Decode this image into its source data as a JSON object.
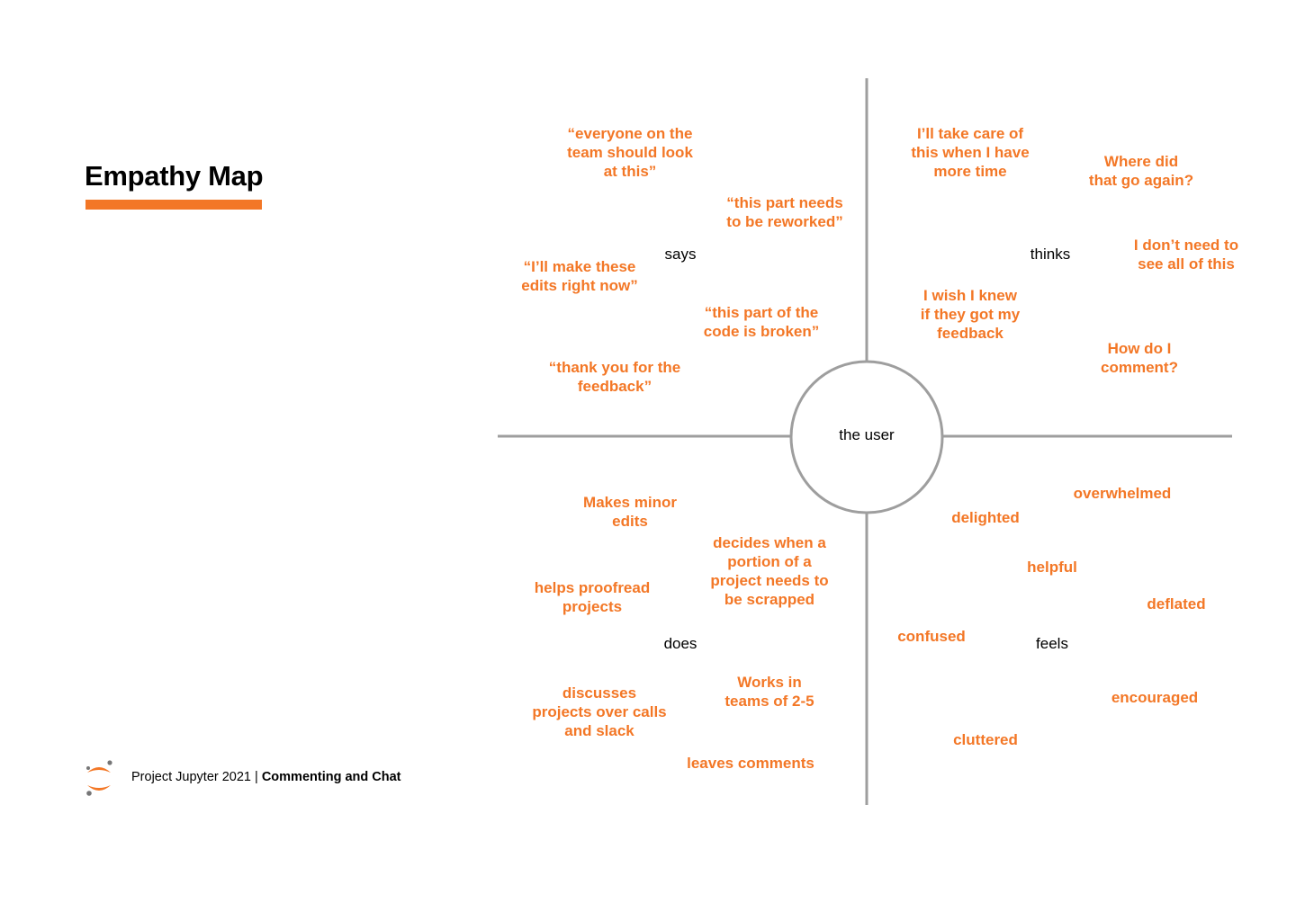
{
  "title": "Empathy Map",
  "center": "the user",
  "quadrants": {
    "says": "says",
    "thinks": "thinks",
    "does": "does",
    "feels": "feels"
  },
  "says_notes": [
    "“everyone on the\nteam should look\nat this”",
    "“this part needs\nto be reworked”",
    "“I’ll make these\nedits right now”",
    "“this part of the\ncode is broken”",
    "“thank you for the\nfeedback”"
  ],
  "thinks_notes": [
    "I’ll take care of\nthis when I have\nmore time",
    "Where did\nthat go again?",
    "I don’t need to\nsee all of this",
    "I wish I knew\nif they got my\nfeedback",
    "How do I\ncomment?"
  ],
  "does_notes": [
    "Makes minor\nedits",
    "decides when a\nportion of a\nproject needs to\nbe scrapped",
    "helps proofread\nprojects",
    "Works in\nteams of 2-5",
    "discusses\nprojects over calls\nand slack",
    "leaves comments"
  ],
  "feels_notes": [
    "overwhelmed",
    "delighted",
    "helpful",
    "deflated",
    "confused",
    "encouraged",
    "cluttered"
  ],
  "footer": {
    "prefix": "Project Jupyter 2021 | ",
    "bold": "Commenting and Chat"
  },
  "colors": {
    "accent": "#f37726",
    "axis": "#9e9e9e"
  },
  "logo_icon": "jupyter-logo-icon"
}
